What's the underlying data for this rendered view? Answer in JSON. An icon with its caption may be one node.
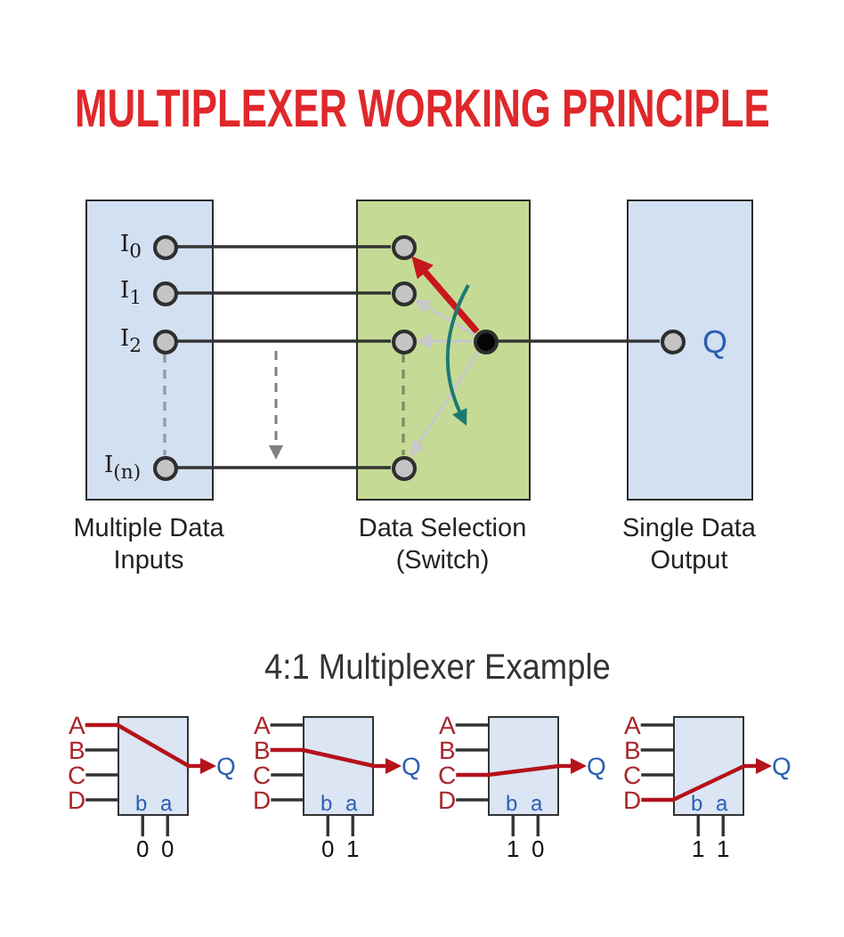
{
  "diagram": {
    "title": "MULTIPLEXER WORKING PRINCIPLE",
    "nodes": [
      {
        "text": [
          "Multiple Data Inputs"
        ]
      },
      {
        "text": [],
        "shape": "circle",
        "in": 0,
        "beside": [
          "I$_{0}$"
        ]
      },
      {
        "text": [],
        "shape": "circle",
        "in": 0,
        "beside": [
          "I$_{1}$"
        ]
      },
      {
        "text": [],
        "shape": "circle",
        "in": 0,
        "beside": [
          "I$_{2}$"
        ]
      },
      {
        "text": [],
        "shape": "circle",
        "in": 0,
        "beside": [
          "I$_{(n)}$"
        ]
      },
      {
        "text": [
          "Data Selection (Switch)"
        ]
      },
      {
        "text": [],
        "shape": "circle",
        "in": 5
      },
      {
        "text": [],
        "shape": "circle",
        "in": 5
      },
      {
        "text": [],
        "shape": "circle",
        "in": 5
      },
      {
        "text": [],
        "shape": "circle",
        "in": 5
      },
      {
        "text": [],
        "shape": "circle",
        "in": 5
      },
      {
        "text": [
          "Single Data Output"
        ]
      },
      {
        "text": [],
        "shape": "circle",
        "in": 11,
        "beside": [
          "Q"
        ]
      },
      {
        "text": [
          "A"
        ]
      },
      {
        "text": [
          "B"
        ]
      },
      {
        "text": [
          "C"
        ]
      },
      {
        "text": [
          "D"
        ]
      },
      {
        "text": [
          "b",
          "a"
        ]
      },
      {
        "text": [
          "Q"
        ]
      },
      {
        "text": [
          "0"
        ]
      },
      {
        "text": [
          "0"
        ]
      },
      {
        "text": [
          "A"
        ]
      },
      {
        "text": [
          "B"
        ]
      },
      {
        "text": [
          "C"
        ]
      },
      {
        "text": [
          "D"
        ]
      },
      {
        "text": [
          "b",
          "a"
        ]
      },
      {
        "text": [
          "Q"
        ]
      },
      {
        "text": [
          "0"
        ]
      },
      {
        "text": [
          "1"
        ]
      },
      {
        "text": [
          "A"
        ]
      },
      {
        "text": [
          "B"
        ]
      },
      {
        "text": [
          "C"
        ]
      },
      {
        "text": [
          "D"
        ]
      },
      {
        "text": [
          "b",
          "a"
        ]
      },
      {
        "text": [
          "Q"
        ]
      },
      {
        "text": [
          "1"
        ]
      },
      {
        "text": [
          "0"
        ]
      },
      {
        "text": [
          "A"
        ]
      },
      {
        "text": [
          "B"
        ]
      },
      {
        "text": [
          "C"
        ]
      },
      {
        "text": [
          "D"
        ]
      },
      {
        "text": [
          "b",
          "a"
        ]
      },
      {
        "text": [
          "Q"
        ]
      },
      {
        "text": [
          "1"
        ]
      },
      {
        "text": [
          "1"
        ]
      }
    ],
    "edges": [
      {
        "from": 1,
        "to": 6,
        "arrow": "none"
      },
      {
        "from": 2,
        "to": 7,
        "arrow": "none"
      },
      {
        "from": 3,
        "to": 8,
        "arrow": "none"
      },
      {
        "from": 4,
        "to": 9,
        "arrow": "none"
      },
      {
        "from": 3,
        "to": 4,
        "arrow": "none",
        "style": "dashed",
        "color": "#9a9a9a"
      },
      {
        "from": 8,
        "to": 9,
        "arrow": "none",
        "style": "dashed",
        "color": "#7f8c6a"
      },
      {
        "from": 10,
        "to": 6,
        "arrow": "to",
        "style": "thick",
        "color": "#c8161d"
      },
      {
        "from": 10,
        "to": 7,
        "arrow": "to",
        "color": "#c8c8c8"
      },
      {
        "from": 10,
        "to": 8,
        "arrow": "to",
        "color": "#c8c8c8"
      },
      {
        "from": 10,
        "to": 9,
        "arrow": "to",
        "color": "#c8c8c8"
      },
      {
        "from": 10,
        "to": 12,
        "arrow": "none"
      },
      {
        "from": 13,
        "to": 17,
        "arrow": "none",
        "color": "#b5121b"
      },
      {
        "from": 14,
        "to": 17,
        "arrow": "none"
      },
      {
        "from": 15,
        "to": 17,
        "arrow": "none"
      },
      {
        "from": 16,
        "to": 17,
        "arrow": "none"
      },
      {
        "from": 17,
        "to": 18,
        "arrow": "to",
        "color": "#b5121b"
      },
      {
        "from": 17,
        "to": 19,
        "arrow": "none"
      },
      {
        "from": 17,
        "to": 20,
        "arrow": "none"
      },
      {
        "from": 21,
        "to": 25,
        "arrow": "none"
      },
      {
        "from": 22,
        "to": 25,
        "arrow": "none",
        "color": "#b5121b"
      },
      {
        "from": 23,
        "to": 25,
        "arrow": "none"
      },
      {
        "from": 24,
        "to": 25,
        "arrow": "none"
      },
      {
        "from": 25,
        "to": 26,
        "arrow": "to",
        "color": "#b5121b"
      },
      {
        "from": 25,
        "to": 27,
        "arrow": "none"
      },
      {
        "from": 25,
        "to": 28,
        "arrow": "none"
      },
      {
        "from": 29,
        "to": 33,
        "arrow": "none"
      },
      {
        "from": 30,
        "to": 33,
        "arrow": "none"
      },
      {
        "from": 31,
        "to": 33,
        "arrow": "none",
        "color": "#b5121b"
      },
      {
        "from": 32,
        "to": 33,
        "arrow": "none"
      },
      {
        "from": 33,
        "to": 34,
        "arrow": "to",
        "color": "#b5121b"
      },
      {
        "from": 33,
        "to": 35,
        "arrow": "none"
      },
      {
        "from": 33,
        "to": 36,
        "arrow": "none"
      },
      {
        "from": 37,
        "to": 41,
        "arrow": "none"
      },
      {
        "from": 38,
        "to": 41,
        "arrow": "none"
      },
      {
        "from": 39,
        "to": 41,
        "arrow": "none"
      },
      {
        "from": 40,
        "to": 41,
        "arrow": "none",
        "color": "#b5121b"
      },
      {
        "from": 41,
        "to": 42,
        "arrow": "to",
        "color": "#b5121b"
      },
      {
        "from": 41,
        "to": 43,
        "arrow": "none"
      },
      {
        "from": 41,
        "to": 44,
        "arrow": "none"
      }
    ],
    "labels": [
      "4:1 Multiplexer Example"
    ]
  }
}
